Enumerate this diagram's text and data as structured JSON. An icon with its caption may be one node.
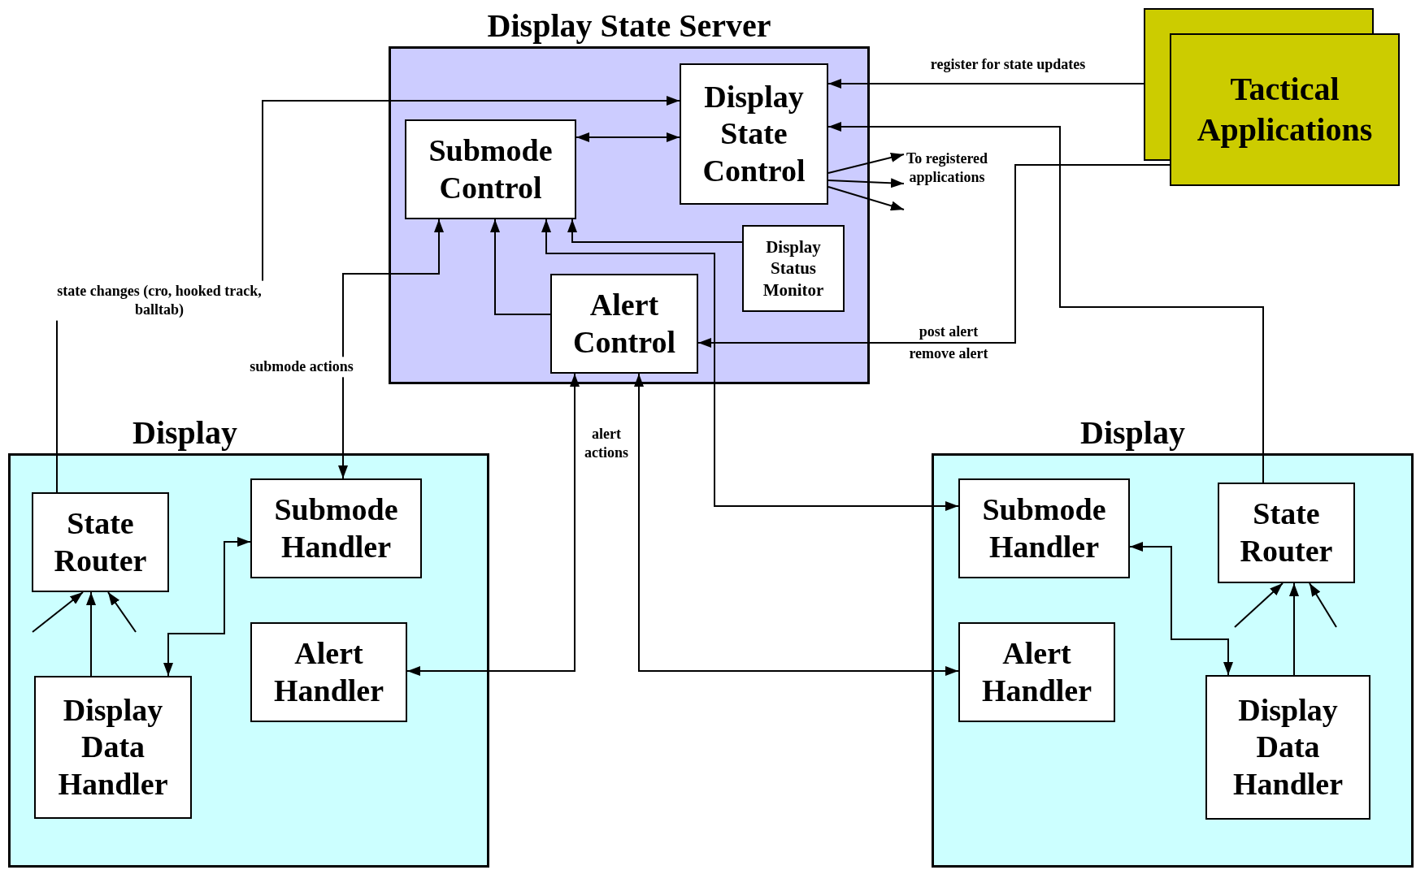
{
  "diagram": {
    "nodes": [
      {
        "text": [
          "Display State Server"
        ]
      },
      {
        "text": [
          "Submode Control"
        ],
        "in": 0
      },
      {
        "text": [
          "Display State Control"
        ],
        "in": 0
      },
      {
        "text": [
          "Display Status Monitor"
        ],
        "in": 0
      },
      {
        "text": [
          "Alert Control"
        ],
        "in": 0
      },
      {
        "text": [
          "Tactical Applications"
        ]
      },
      {
        "text": [
          "Display"
        ]
      },
      {
        "text": [
          "State Router"
        ],
        "in": 6
      },
      {
        "text": [
          "Submode Handler"
        ],
        "in": 6
      },
      {
        "text": [
          "Alert Handler"
        ],
        "in": 6
      },
      {
        "text": [
          "Display Data Handler"
        ],
        "in": 6
      },
      {
        "text": [
          "Display"
        ]
      },
      {
        "text": [
          "Submode Handler"
        ],
        "in": 11
      },
      {
        "text": [
          "State Router"
        ],
        "in": 11
      },
      {
        "text": [
          "Alert Handler"
        ],
        "in": 11
      },
      {
        "text": [
          "Display Data Handler"
        ],
        "in": 11
      },
      {
        "text": [
          "To registered applications"
        ]
      }
    ],
    "edges": [
      {
        "from": 7,
        "to": 2,
        "arrow": "to",
        "label": "state changes (cro, hooked track, balltab)"
      },
      {
        "from": 1,
        "to": 2,
        "arrow": "both"
      },
      {
        "from": 5,
        "to": 2,
        "arrow": "to",
        "label": "register for state updates"
      },
      {
        "from": 13,
        "to": 2,
        "arrow": "to"
      },
      {
        "from": 2,
        "to": 16,
        "arrow": "to"
      },
      {
        "from": 2,
        "to": 16,
        "arrow": "to"
      },
      {
        "from": 2,
        "to": 16,
        "arrow": "to"
      },
      {
        "from": 5,
        "to": 4,
        "arrow": "to",
        "label": "post alert remove alert"
      },
      {
        "from": 3,
        "to": 1,
        "arrow": "to"
      },
      {
        "from": 4,
        "to": 1,
        "arrow": "to"
      },
      {
        "from": 1,
        "to": 8,
        "arrow": "both",
        "label": "submode actions"
      },
      {
        "from": 1,
        "to": 12,
        "arrow": "both"
      },
      {
        "from": 4,
        "to": 9,
        "arrow": "both",
        "label": "alert actions"
      },
      {
        "from": 4,
        "to": 14,
        "arrow": "both"
      },
      {
        "from": 8,
        "to": 10,
        "arrow": "both"
      },
      {
        "from": 10,
        "to": 7,
        "arrow": "to"
      },
      {
        "from": null,
        "to": 7,
        "arrow": "to"
      },
      {
        "from": null,
        "to": 7,
        "arrow": "to"
      },
      {
        "from": 12,
        "to": 15,
        "arrow": "both"
      },
      {
        "from": 15,
        "to": 13,
        "arrow": "to"
      },
      {
        "from": null,
        "to": 13,
        "arrow": "to"
      },
      {
        "from": null,
        "to": 13,
        "arrow": "to"
      }
    ]
  }
}
